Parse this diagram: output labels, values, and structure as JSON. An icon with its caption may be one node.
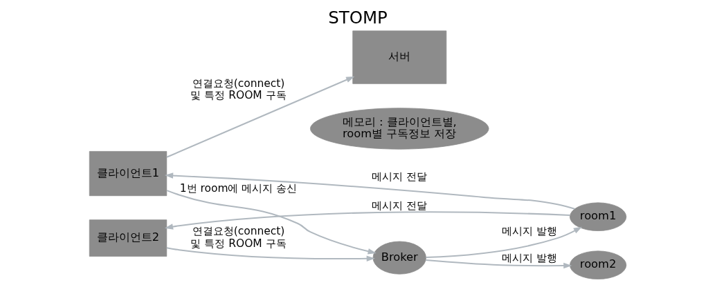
{
  "diagram": {
    "title": "STOMP",
    "nodes": [
      {
        "text": [
          "클라이언트1"
        ]
      },
      {
        "text": [
          "서버"
        ]
      },
      {
        "text": [
          "메모리 : 클라이언트별, room별 구독정보 저장"
        ]
      },
      {
        "text": [
          "Broker"
        ]
      },
      {
        "text": [
          "클라이언트2"
        ]
      },
      {
        "text": [
          "room1"
        ]
      },
      {
        "text": [
          "room2"
        ]
      }
    ],
    "edges": [
      {
        "from": 0,
        "to": 1,
        "arrow": "to",
        "label": "연결요청(connect) 및 특정 ROOM 구독"
      },
      {
        "from": 0,
        "to": 3,
        "arrow": "to",
        "label": "1번 room에 메시지 송신"
      },
      {
        "from": 4,
        "to": 3,
        "arrow": "to",
        "label": "연결요청(connect) 및 특정 ROOM 구독"
      },
      {
        "from": 5,
        "to": 0,
        "arrow": "to",
        "label": "메시지 전달"
      },
      {
        "from": 3,
        "to": 5,
        "arrow": "to",
        "label": "메시지 발행"
      },
      {
        "from": 3,
        "to": 6,
        "arrow": "to",
        "label": "메시지 발행"
      },
      {
        "from": 5,
        "to": 4,
        "arrow": "to",
        "label": "메시지 전달"
      }
    ]
  }
}
